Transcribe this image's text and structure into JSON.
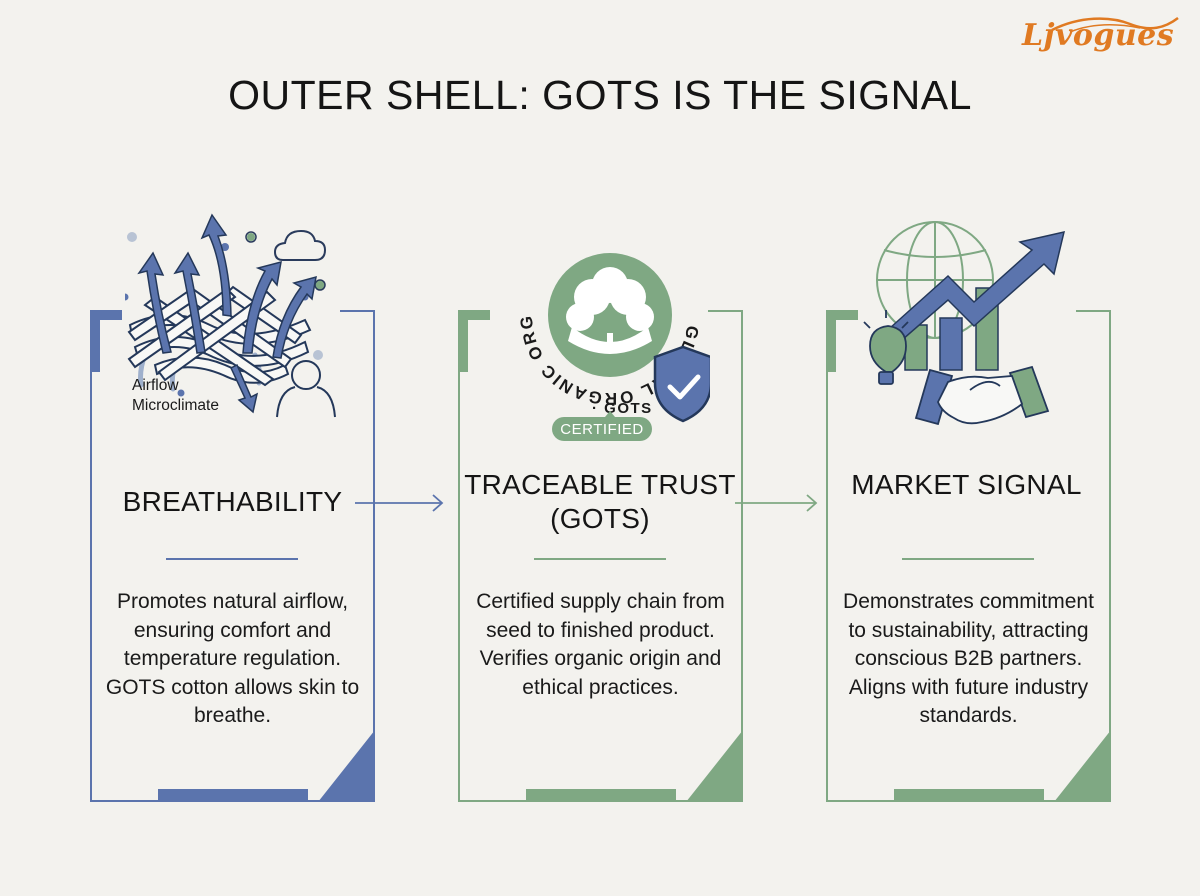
{
  "brand": {
    "logo_text": "Ljvogues",
    "logo_color": "#e07a22"
  },
  "title": "OUTER SHELL: GOTS IS THE SIGNAL",
  "colors": {
    "background": "#f3f2ee",
    "blue": "#5b74ad",
    "green": "#7fa883",
    "dark_outline": "#24385a"
  },
  "cards": [
    {
      "heading": "BREATHABILITY",
      "icon": "woven-fabric-airflow-icon",
      "icon_caption_line1": "Airflow",
      "icon_caption_line2": "Microclimate",
      "description": "Promotes natural airflow, ensuring comfort and temperature regulation. GOTS cotton allows skin to breathe.",
      "accent": "#5b74ad"
    },
    {
      "heading": "TRACEABLE TRUST (GOTS)",
      "icon": "gots-certified-badge-icon",
      "badge_ring_text": "GLOBAL ORGANIC ORGANIC COTT",
      "badge_bottom_text": "· GOTS",
      "badge_label": "CERTIFIED",
      "description": "Certified supply chain from seed to finished product. Verifies organic origin and ethical practices.",
      "accent": "#7fa883"
    },
    {
      "heading": "MARKET SIGNAL",
      "icon": "market-growth-handshake-icon",
      "description": "Demonstrates commitment to sustainability, attracting conscious B2B partners. Aligns with future industry standards.",
      "accent": "#7fa883"
    }
  ],
  "connectors": [
    {
      "from": "BREATHABILITY",
      "to": "TRACEABLE TRUST (GOTS)",
      "icon": "arrow-right-icon"
    },
    {
      "from": "TRACEABLE TRUST (GOTS)",
      "to": "MARKET SIGNAL",
      "icon": "arrow-right-icon"
    }
  ]
}
